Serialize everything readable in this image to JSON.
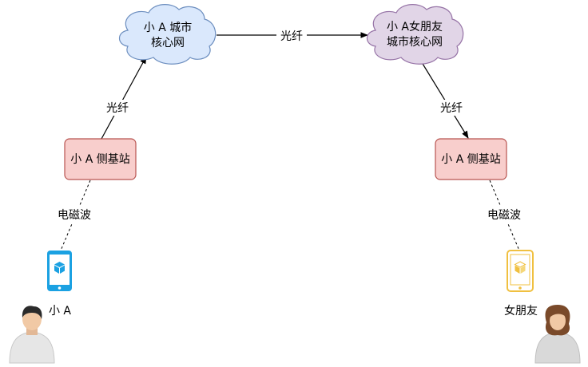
{
  "nodes": {
    "cloud_a": {
      "line1": "小 A 城市",
      "line2": "核心网",
      "fill": "#dae8fc",
      "stroke": "#6c8ebf"
    },
    "cloud_b": {
      "line1": "小 A女朋友",
      "line2": "城市核心网",
      "fill": "#e1d5e7",
      "stroke": "#9673a6"
    },
    "station_a": {
      "label": "小 A 侧基站",
      "fill": "#f8cecc",
      "stroke": "#b85450"
    },
    "station_b": {
      "label": "小 A 侧基站",
      "fill": "#f8cecc",
      "stroke": "#b85450"
    },
    "phone_a": {
      "color": "#1ba1e2",
      "icon": "phone-cube-icon"
    },
    "phone_b": {
      "color": "#f0c040",
      "icon": "phone-cube-icon"
    },
    "person_a": {
      "label": "小 A",
      "icon": "man-avatar-icon"
    },
    "person_b": {
      "label": "女朋友",
      "icon": "woman-avatar-icon"
    }
  },
  "edges": {
    "fiber_up": "光纤",
    "fiber_mid": "光纤",
    "fiber_down": "光纤",
    "wave_a": "电磁波",
    "wave_b": "电磁波"
  }
}
